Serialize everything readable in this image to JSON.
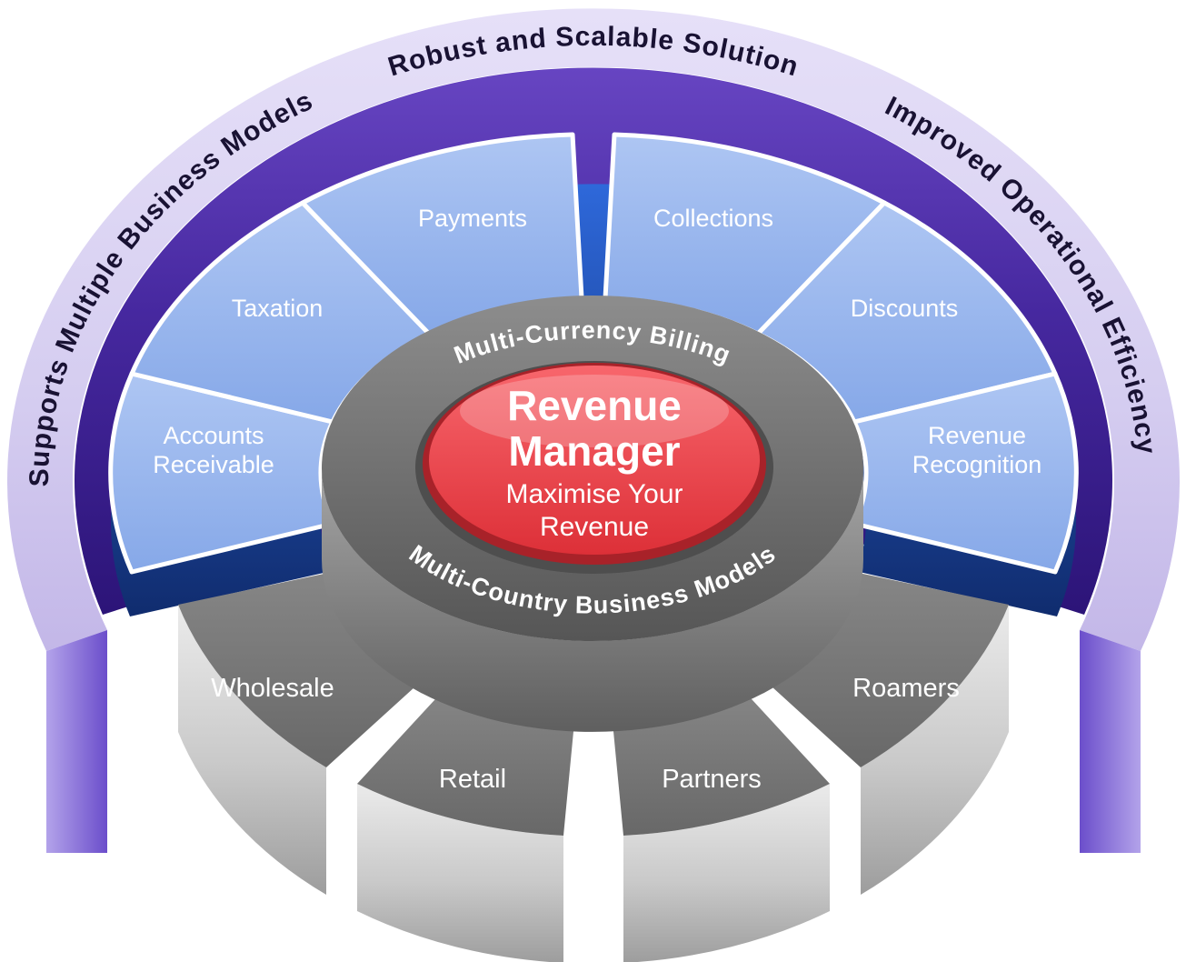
{
  "outer_ring": {
    "left_text": "Supports Multiple Business Models",
    "top_text": "Robust and Scalable Solution",
    "right_text": "Improved Operational Efficiency"
  },
  "feature_segments": {
    "accounts_receivable": {
      "line1": "Accounts",
      "line2": "Receivable"
    },
    "taxation": "Taxation",
    "payments": "Payments",
    "collections": "Collections",
    "discounts": "Discounts",
    "revenue_recognition": {
      "line1": "Revenue",
      "line2": "Recognition"
    }
  },
  "inner_ring": {
    "top_text": "Multi-Currency Billing",
    "bottom_text": "Multi-Country Business Models"
  },
  "center": {
    "title_line1": "Revenue",
    "title_line2": "Manager",
    "subtitle_line1": "Maximise Your",
    "subtitle_line2": "Revenue"
  },
  "business_segments": {
    "wholesale": "Wholesale",
    "retail": "Retail",
    "partners": "Partners",
    "roamers": "Roamers"
  },
  "colors": {
    "outer_ring_lavender": "#d8d0f2",
    "mid_ring_purple": "#4a2aa8",
    "segment_blue": "#9cb9ee",
    "segment_edge_blue": "#1d4fc0",
    "inner_ring_gray": "#757575",
    "bottom_segment_gray": "#7a7a7a",
    "bottom_segment_front": "#cfcfcf",
    "center_red": "#ee4f55",
    "label_white": "#ffffff",
    "outer_text_dark": "#191233"
  }
}
